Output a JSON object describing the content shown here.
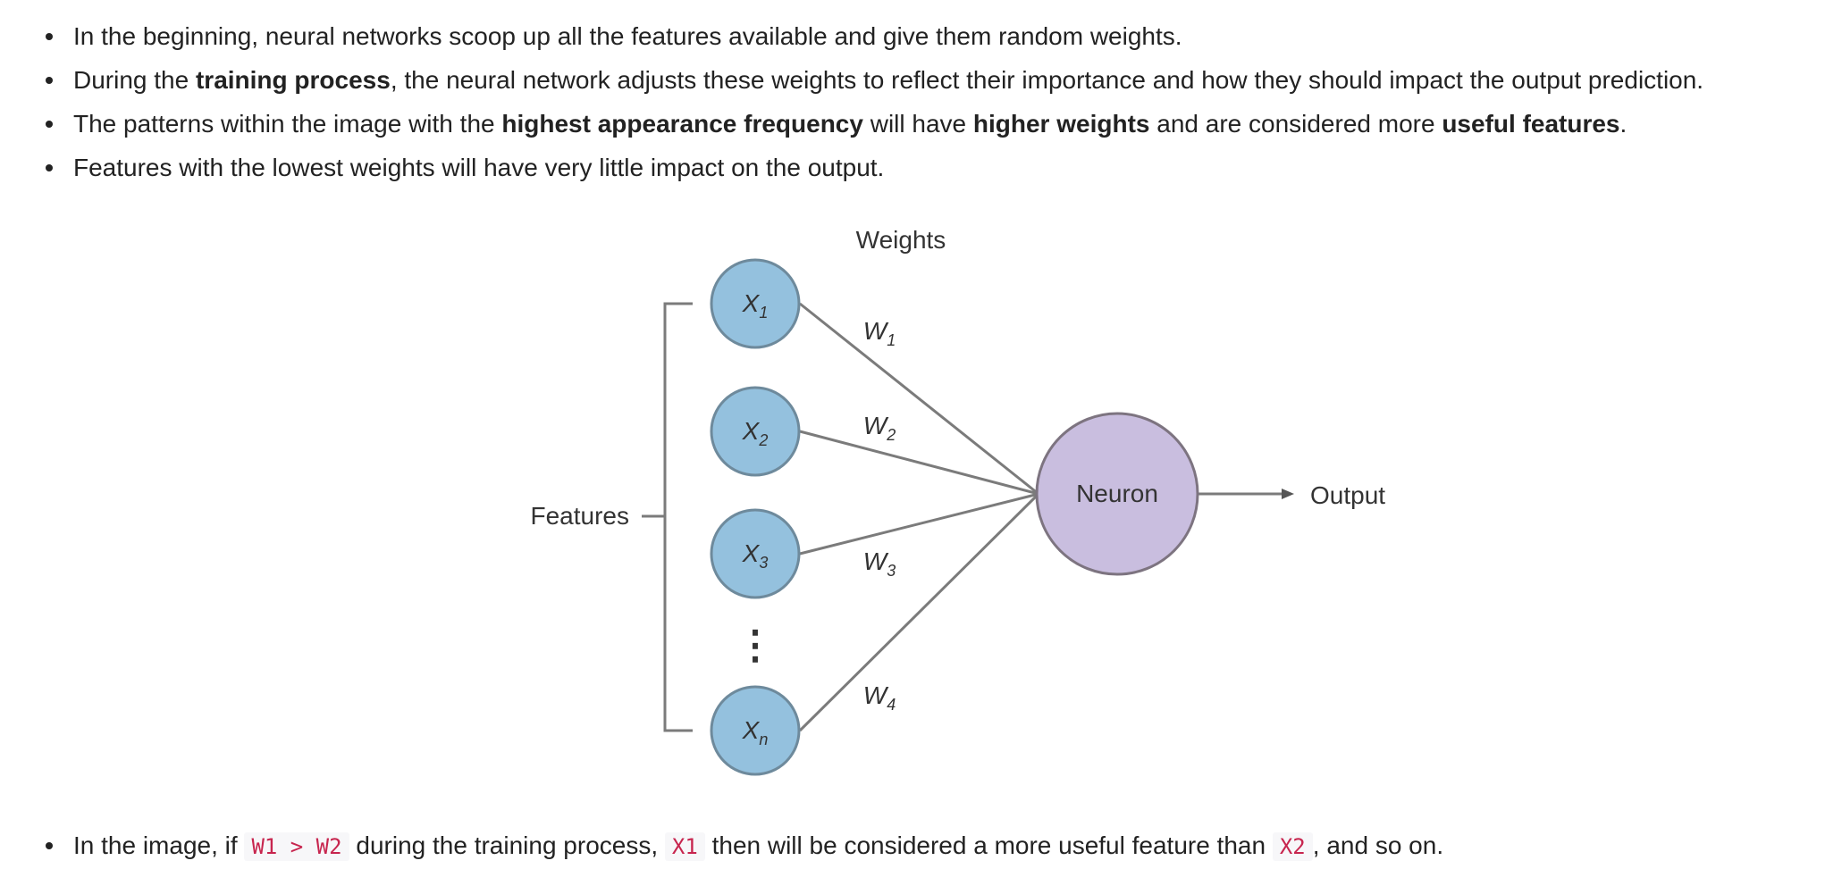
{
  "bullets_top": [
    {
      "parts": [
        {
          "text": "In the beginning, neural networks scoop up all the features available and give them random weights.",
          "bold": false
        }
      ]
    },
    {
      "parts": [
        {
          "text": "During the ",
          "bold": false
        },
        {
          "text": "training process",
          "bold": true
        },
        {
          "text": ", the neural network adjusts these weights to reflect their importance and how they should impact the output prediction.",
          "bold": false
        }
      ]
    },
    {
      "parts": [
        {
          "text": "The patterns within the image with the ",
          "bold": false
        },
        {
          "text": "highest appearance frequency",
          "bold": true
        },
        {
          "text": " will have ",
          "bold": false
        },
        {
          "text": "higher weights",
          "bold": true
        },
        {
          "text": " and are considered more ",
          "bold": false
        },
        {
          "text": "useful features",
          "bold": true
        },
        {
          "text": ".",
          "bold": false
        }
      ]
    },
    {
      "parts": [
        {
          "text": "Features with the lowest weights will have very little impact on the output.",
          "bold": false
        }
      ]
    }
  ],
  "diagram": {
    "weights_label": "Weights",
    "features_label": "Features",
    "neuron_label": "Neuron",
    "output_label": "Output",
    "ellipsis": "⋮",
    "inputs": [
      {
        "base": "X",
        "sub": "1"
      },
      {
        "base": "X",
        "sub": "2"
      },
      {
        "base": "X",
        "sub": "3"
      },
      {
        "base": "X",
        "sub": "n"
      }
    ],
    "weights": [
      {
        "base": "W",
        "sub": "1"
      },
      {
        "base": "W",
        "sub": "2"
      },
      {
        "base": "W",
        "sub": "3"
      },
      {
        "base": "W",
        "sub": "4"
      }
    ],
    "colors": {
      "input_fill": "#94c1de",
      "input_stroke": "#6e8a9c",
      "neuron_fill": "#c9bedf",
      "neuron_stroke": "#7d7480",
      "line": "#7b7b7b"
    }
  },
  "bullet_bottom": {
    "t1": "In the image, if ",
    "c1": "W1 > W2",
    "t2": " during the training process, ",
    "c2": "X1",
    "t3": " then will be considered a more useful feature than ",
    "c3": "X2",
    "t4": ", and so on."
  }
}
